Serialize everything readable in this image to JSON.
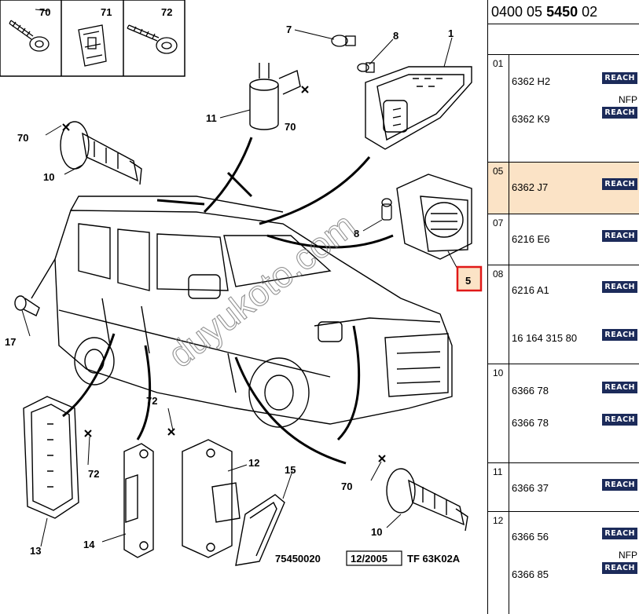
{
  "reference": {
    "prefix": "0400 05 ",
    "bold": "5450",
    "suffix": " 02"
  },
  "footer": {
    "code": "75450020",
    "date": "12/2005",
    "tf": "TF 63K02A"
  },
  "watermark": "duyukoto.com",
  "callouts": {
    "c70a": "70",
    "c71": "71",
    "c72a": "72",
    "c7": "7",
    "c8a": "8",
    "c1": "1",
    "c11": "11",
    "c70b": "70",
    "c70c": "70",
    "c10a": "10",
    "c8b": "8",
    "c5": "5",
    "c17": "17",
    "c72b": "72",
    "c72c": "72",
    "c12": "12",
    "c15": "15",
    "c70d": "70",
    "c13": "13",
    "c14": "14",
    "c10b": "10"
  },
  "groups": [
    {
      "num": "01",
      "entries": [
        {
          "part": "6362 H2",
          "reach": "REACH"
        },
        {
          "part": "6362 K9",
          "reach": "REACH"
        }
      ],
      "nfp": "NFP"
    },
    {
      "num": "05",
      "entries": [
        {
          "part": "6362 J7",
          "reach": "REACH"
        }
      ]
    },
    {
      "num": "07",
      "entries": [
        {
          "part": "6216 E6",
          "reach": "REACH"
        }
      ]
    },
    {
      "num": "08",
      "entries": [
        {
          "part": "6216 A1",
          "reach": "REACH"
        },
        {
          "part": "16 164 315 80",
          "reach": "REACH"
        }
      ]
    },
    {
      "num": "10",
      "entries": [
        {
          "part": "6366 78",
          "reach": "REACH"
        },
        {
          "part": "6366 78",
          "reach": "REACH"
        }
      ]
    },
    {
      "num": "11",
      "entries": [
        {
          "part": "6366 37",
          "reach": "REACH"
        }
      ]
    },
    {
      "num": "12",
      "entries": [
        {
          "part": "6366 56",
          "reach": "REACH"
        },
        {
          "part": "6366 85",
          "reach": "REACH"
        }
      ],
      "nfp": "NFP"
    }
  ],
  "colors": {
    "highlight_row": "#fbe3c6",
    "reach_badge": "#1c2b5a",
    "callout_box": "#e01818",
    "callout_fill": "#fbe3c6"
  }
}
